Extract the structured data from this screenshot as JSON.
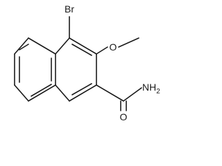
{
  "molecule": {
    "atoms": {
      "bromine": "Br",
      "methoxy_oxygen": "O",
      "amide_nitrogen": "NH",
      "amide_nitrogen_subscript": "2",
      "carbonyl_oxygen": "O"
    }
  },
  "colors": {
    "ink": "#1a1a1a",
    "background": "#ffffff"
  }
}
